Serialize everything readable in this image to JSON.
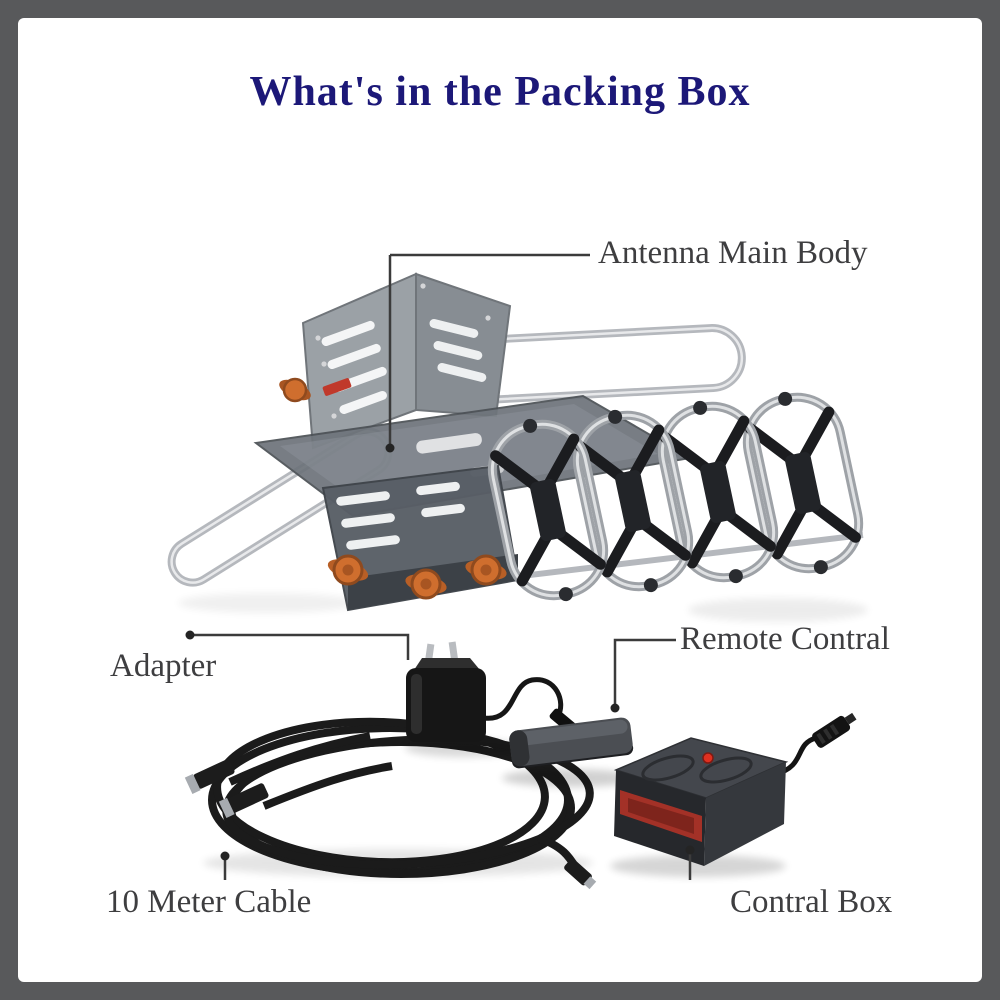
{
  "title": "What's in the Packing Box",
  "callouts": [
    {
      "id": "antenna",
      "label": "Antenna Main Body"
    },
    {
      "id": "adapter",
      "label": "Adapter"
    },
    {
      "id": "remote",
      "label": "Remote Contral"
    },
    {
      "id": "cable",
      "label": "10 Meter Cable"
    },
    {
      "id": "control_box",
      "label": "Contral Box"
    }
  ],
  "items_depicted": [
    "antenna-main-body-illustration",
    "power-adapter-illustration",
    "remote-control-illustration",
    "10-meter-coax-cable-illustration",
    "control-box-illustration"
  ],
  "colors": {
    "frame_border": "#58595b",
    "background": "#ffffff",
    "title_text": "#1c1878",
    "label_text": "#3e3e40",
    "leader_line": "#3b3b3b",
    "chrome": "#b9bcc0",
    "knob_orange": "#cf6e2e",
    "control_box_red": "#a33127"
  }
}
